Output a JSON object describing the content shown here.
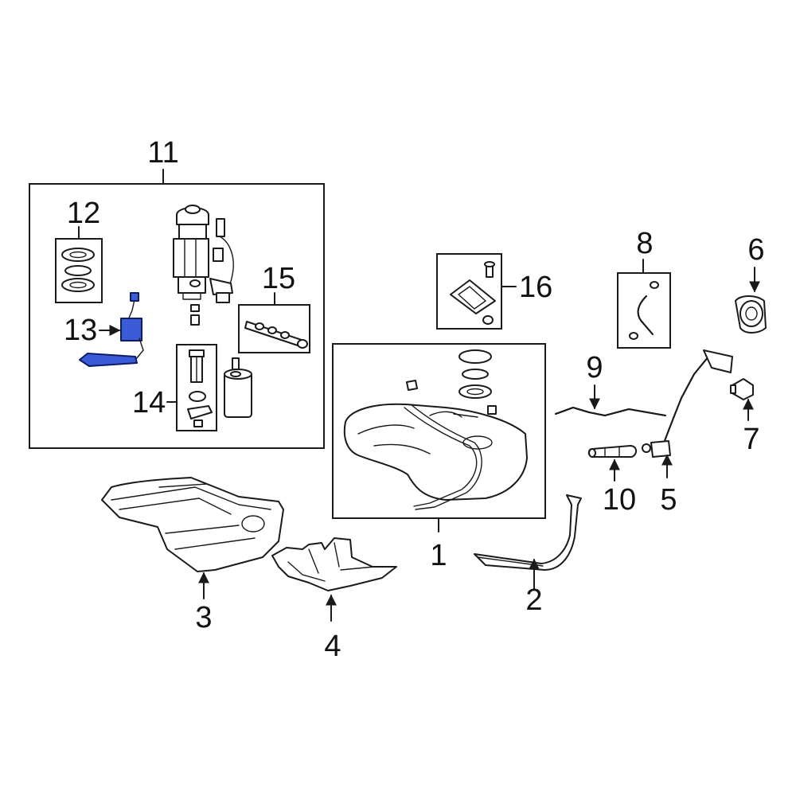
{
  "diagram": {
    "colors": {
      "line": "#1a1a1a",
      "highlight_fill": "#3b5bd6",
      "highlight_stroke": "#0d1a66",
      "background": "#ffffff"
    },
    "callouts": {
      "c1": "1",
      "c2": "2",
      "c3": "3",
      "c4": "4",
      "c5": "5",
      "c6": "6",
      "c7": "7",
      "c8": "8",
      "c9": "9",
      "c10": "10",
      "c11": "11",
      "c12": "12",
      "c13": "13",
      "c14": "14",
      "c15": "15",
      "c16": "16"
    },
    "highlighted_callout": "13"
  }
}
